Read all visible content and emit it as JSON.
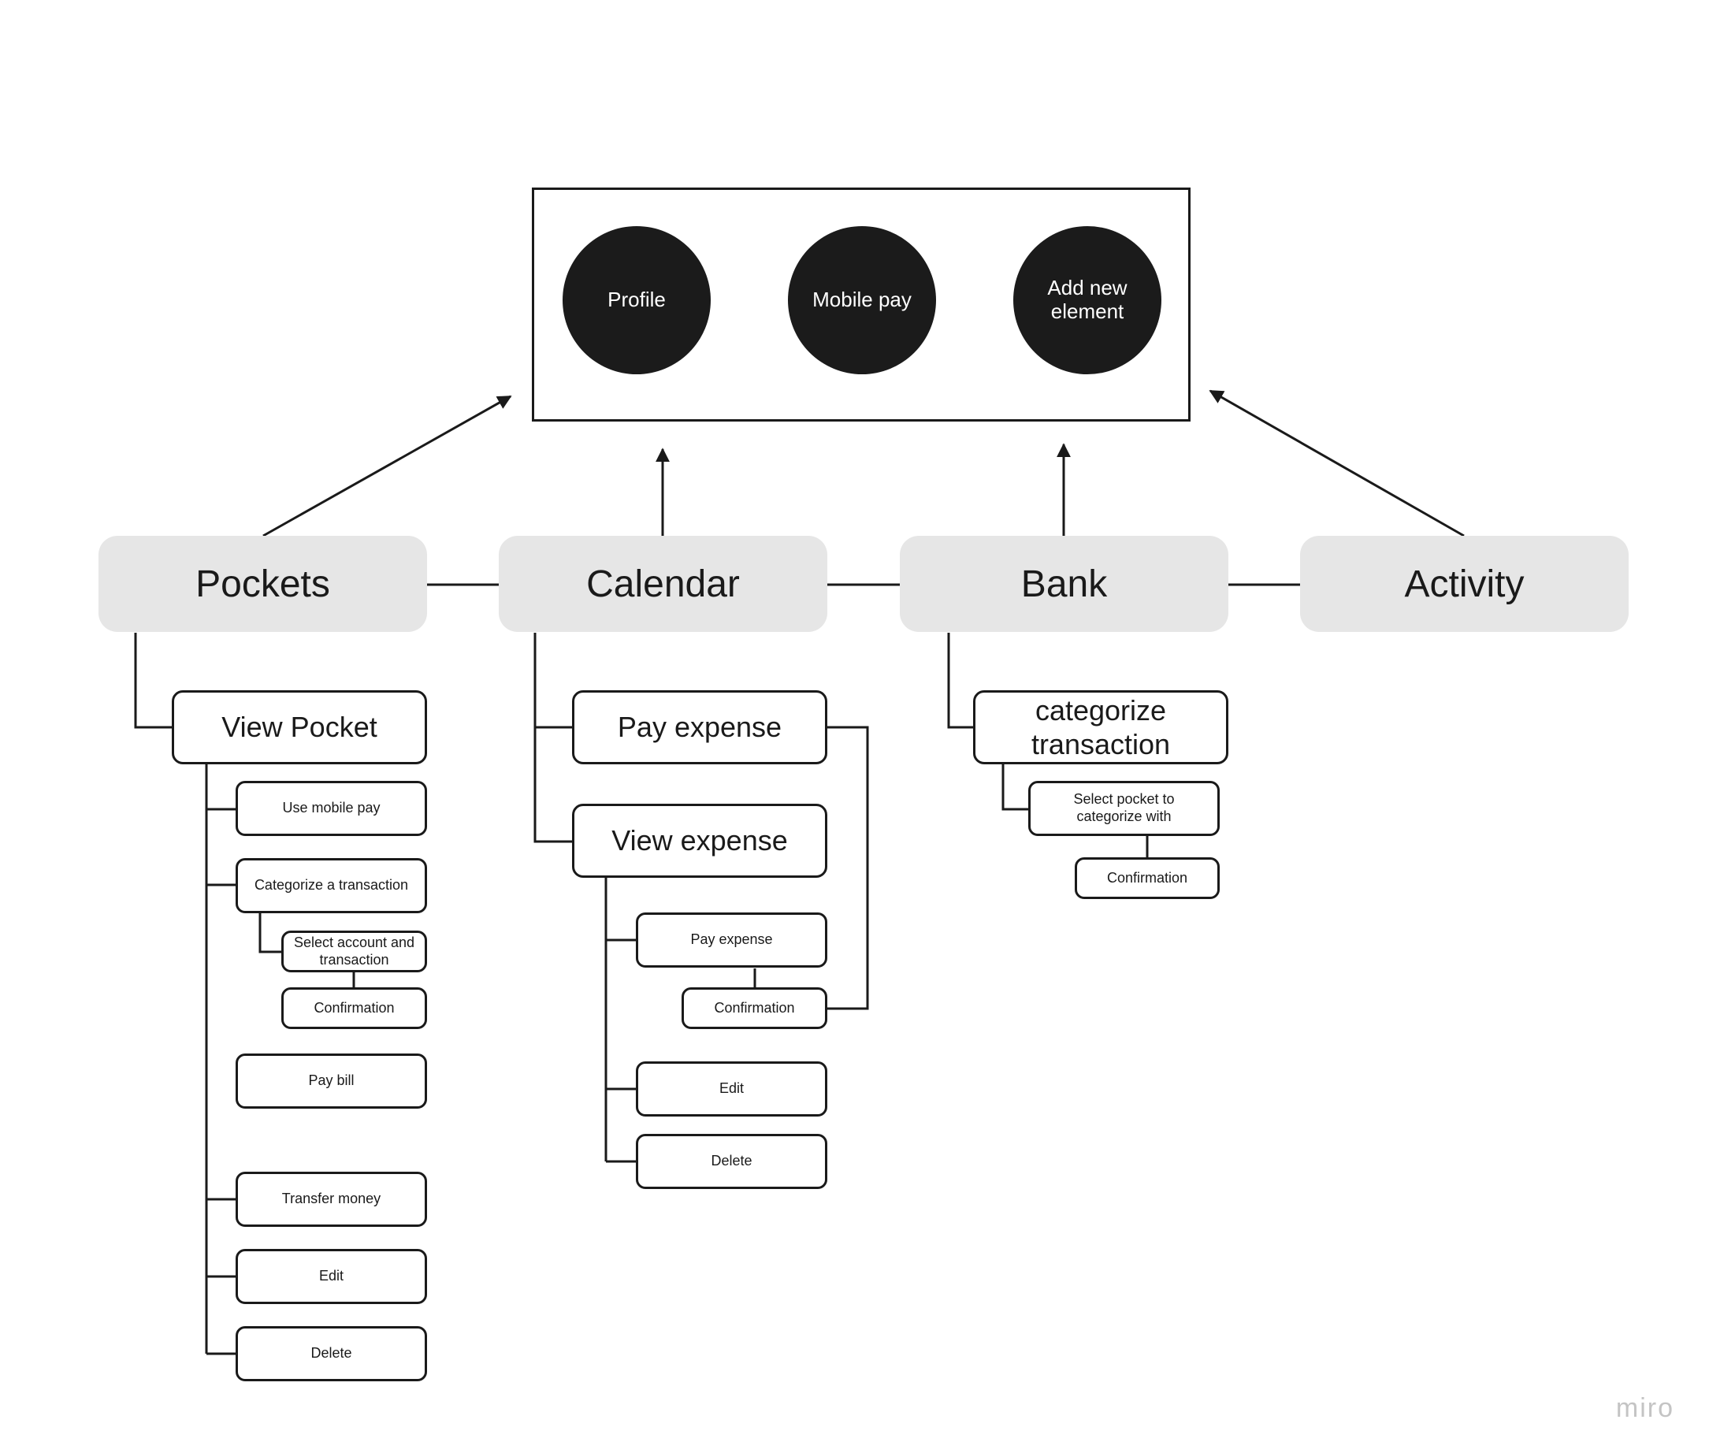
{
  "top_actions": {
    "profile": "Profile",
    "mobile_pay": "Mobile pay",
    "add_new_element": "Add new element"
  },
  "categories": {
    "pockets": "Pockets",
    "calendar": "Calendar",
    "bank": "Bank",
    "activity": "Activity"
  },
  "pockets": {
    "view_pocket": "View Pocket",
    "use_mobile_pay": "Use mobile pay",
    "categorize_a_transaction": "Categorize a transaction",
    "select_account_and_transaction": "Select account and transaction",
    "confirmation": "Confirmation",
    "pay_bill": "Pay bill",
    "transfer_money": "Transfer money",
    "edit": "Edit",
    "delete": "Delete"
  },
  "calendar": {
    "pay_expense": "Pay expense",
    "view_expense": "View expense",
    "sub_pay_expense": "Pay expense",
    "confirmation": "Confirmation",
    "edit": "Edit",
    "delete": "Delete"
  },
  "bank": {
    "categorize_transaction": "categorize transaction",
    "select_pocket": "Select pocket to categorize with",
    "confirmation": "Confirmation"
  },
  "brand": "miro"
}
